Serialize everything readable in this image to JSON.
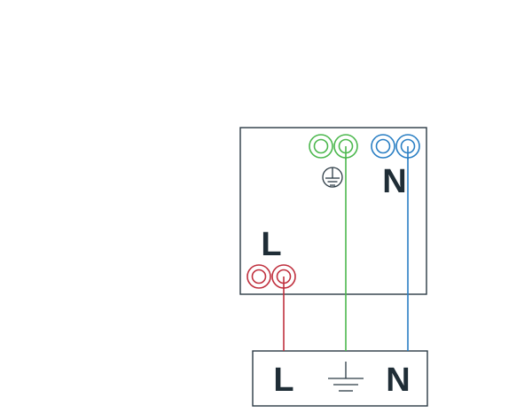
{
  "device": {
    "label_live": "L",
    "label_neutral": "N",
    "earth_symbol": "protective-earth-icon"
  },
  "supply": {
    "label_live": "L",
    "label_neutral": "N",
    "earth_symbol": "ground-icon"
  },
  "colors": {
    "outline": "#2b3a44",
    "label": "#1f2d36",
    "live": "#c0303e",
    "earth": "#4cb84e",
    "neutral": "#2a7fc4"
  }
}
